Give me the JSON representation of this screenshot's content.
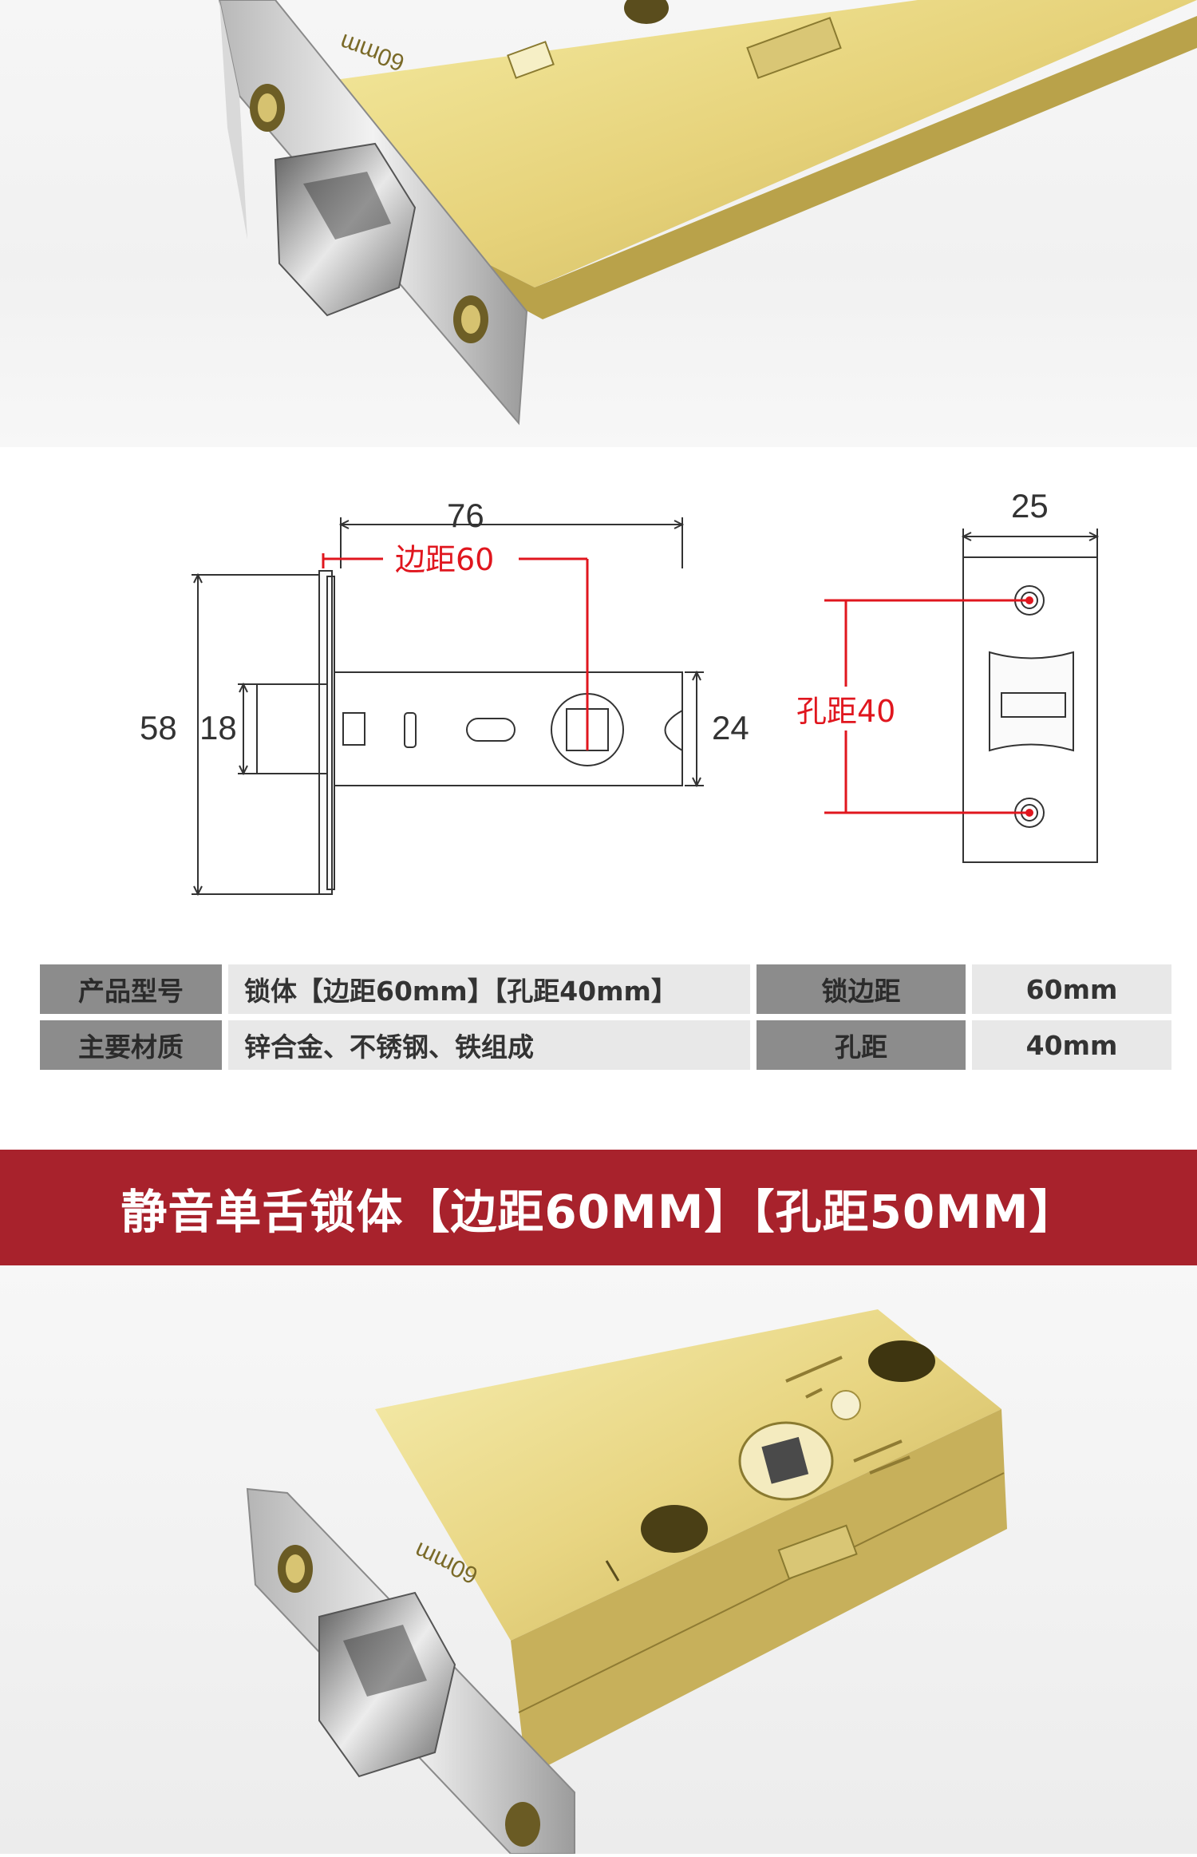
{
  "top_photo": {
    "body_engraving": "60mm"
  },
  "bottom_photo": {
    "body_engraving": "60mm"
  },
  "drawing": {
    "dim_length": "76",
    "dim_backset": "边距60",
    "dim_faceplate_height": "58",
    "dim_latch_height": "18",
    "dim_body_height": "24",
    "dim_strike_width": "25",
    "dim_hole_spacing": "孔距40",
    "accent_color": "#e0161e"
  },
  "spec_table": {
    "rows": [
      {
        "label": "产品型号",
        "value": "锁体【边距60mm】【孔距40mm】",
        "label2": "锁边距",
        "value2": "60mm"
      },
      {
        "label": "主要材质",
        "value": "锌合金、不锈钢、铁组成",
        "label2": "孔距",
        "value2": "40mm"
      }
    ]
  },
  "banner": {
    "title": "静音单舌锁体【边距60MM】【孔距50MM】",
    "color": "#a8222c"
  }
}
